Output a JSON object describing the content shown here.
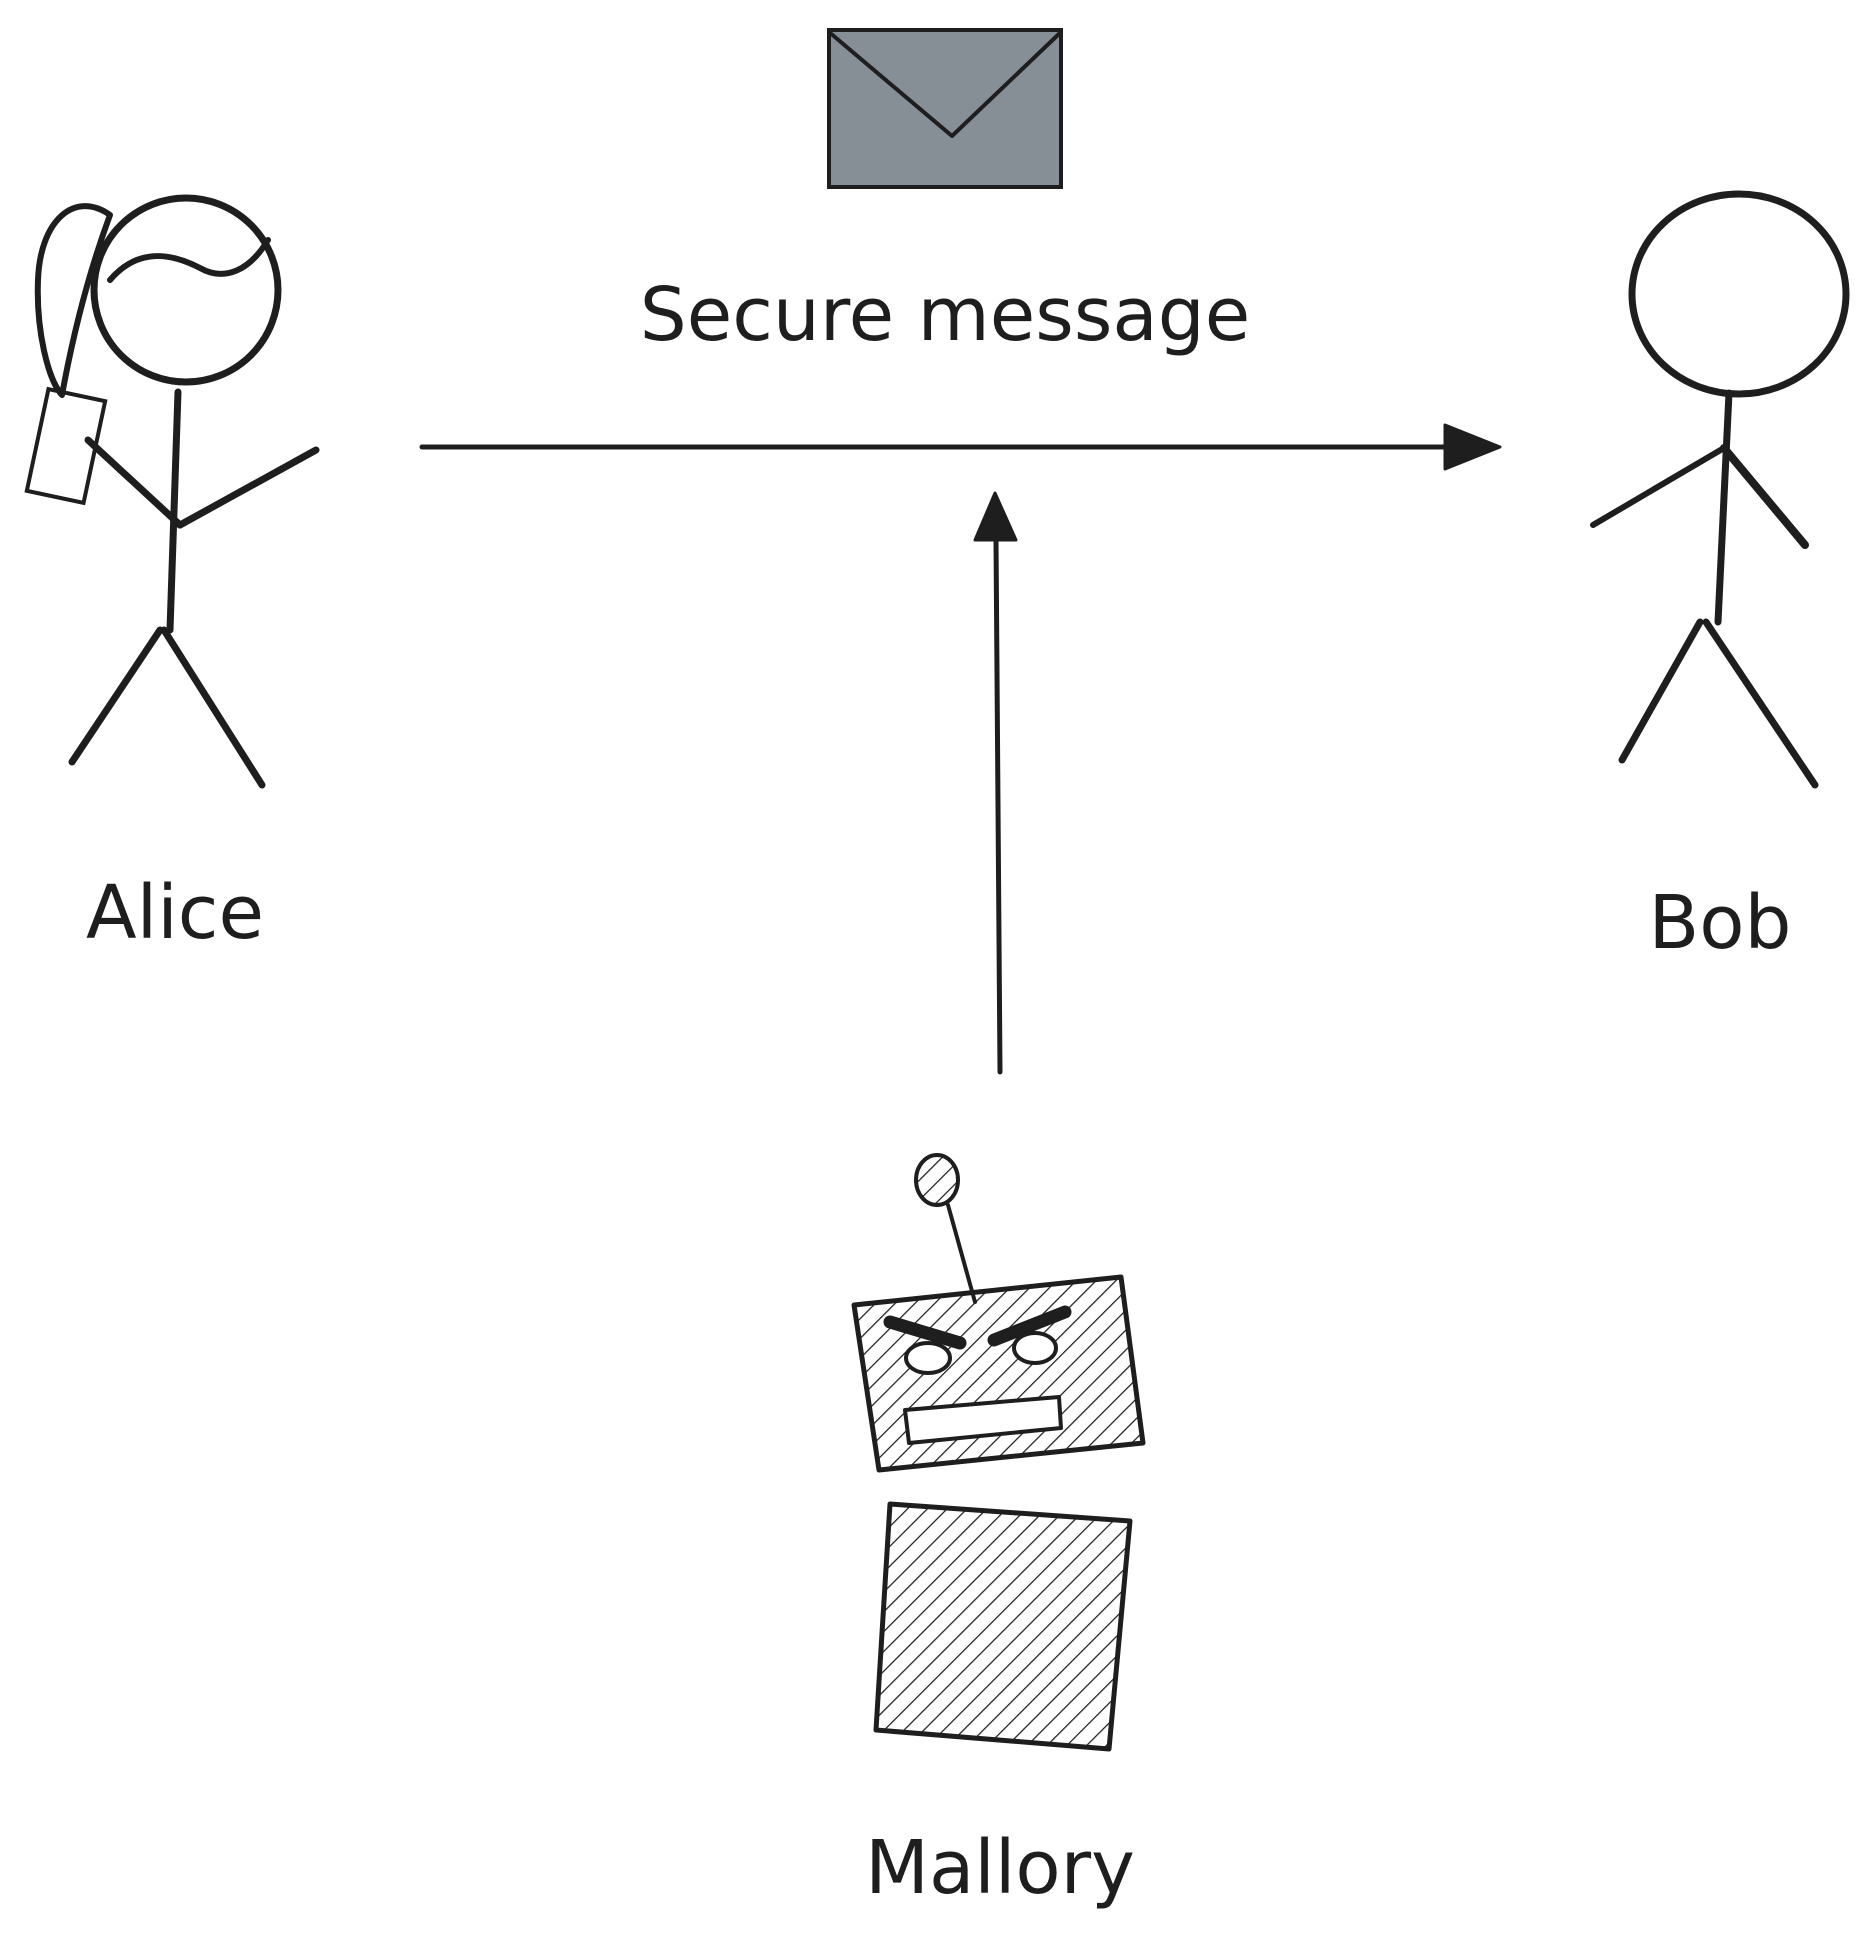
{
  "diagram": {
    "message_label": "Secure message",
    "sender_label": "Alice",
    "receiver_label": "Bob",
    "attacker_label": "Mallory"
  },
  "icons": {
    "message": "envelope-icon",
    "sender": "stick-figure-female-icon",
    "receiver": "stick-figure-icon",
    "attacker": "angry-robot-icon"
  },
  "colors": {
    "ink": "#1e1e1e",
    "envelope_fill": "#868e96",
    "hatch": "#1e1e1e"
  }
}
